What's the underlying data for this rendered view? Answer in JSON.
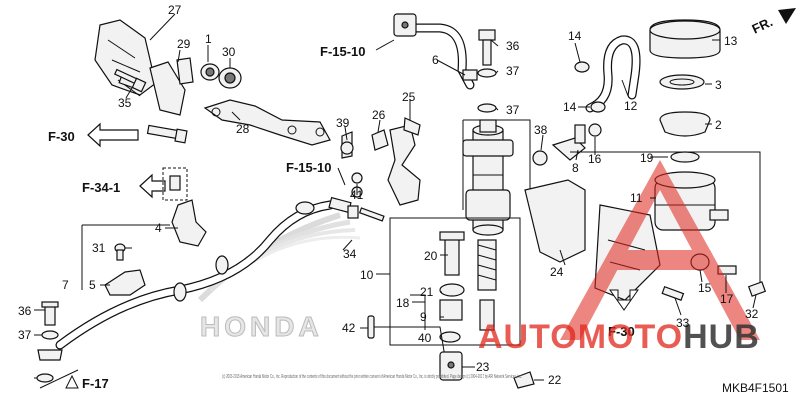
{
  "diagram_code": "MKB4F1501",
  "copyright": "(c) 2003-2015 American Honda Motor Co., Inc. Reproduction of the contents of this document without the prior written consent of American Honda Motor Co., Inc. is strictly prohibited. Page design (c) 2004-2017 by ARI Network Services, Inc.",
  "brand_emblem_text": "HONDA",
  "watermark": {
    "part1": "AUTO",
    "part2": "MOTO",
    "part3": "HUB",
    "color_red": "#e0251b",
    "color_dark": "#333333"
  },
  "references": {
    "f15_top": "F-15-10",
    "f15_mid": "F-15-10",
    "f30_left": "F-30",
    "f34": "F-34-1",
    "f17": "F-17",
    "f30_bottom": "F-30",
    "fr": "FR."
  },
  "callouts": [
    "1",
    "2",
    "3",
    "4",
    "5",
    "6",
    "7",
    "8",
    "9",
    "10",
    "11",
    "12",
    "13",
    "14",
    "14",
    "15",
    "16",
    "17",
    "18",
    "19",
    "20",
    "21",
    "22",
    "23",
    "24",
    "25",
    "26",
    "27",
    "28",
    "29",
    "30",
    "31",
    "32",
    "33",
    "34",
    "35",
    "36",
    "36",
    "37",
    "37",
    "37",
    "38",
    "39",
    "40",
    "41",
    "42"
  ]
}
